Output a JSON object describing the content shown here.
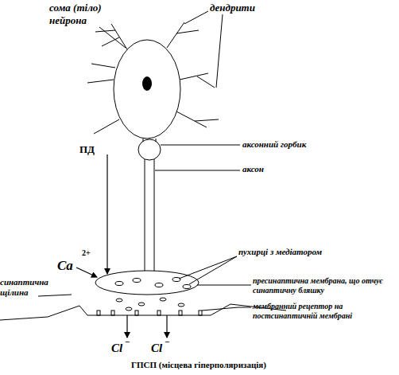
{
  "diagram": {
    "caption": "ГПСП (місцева гіперполяризація)",
    "labels": [
      "сома (тіло) нейрона",
      "дендрити",
      "ПД",
      "аксонний горбик",
      "аксон",
      "Ca",
      "2+",
      "пухирці з медіатором",
      "пресинаптична мембрана, що отчує синаптичну бляшку",
      "синаптична щілина",
      "мембранний рецептор на постсинаптичній мембрані",
      "Cl",
      "−",
      "Cl",
      "−"
    ]
  }
}
